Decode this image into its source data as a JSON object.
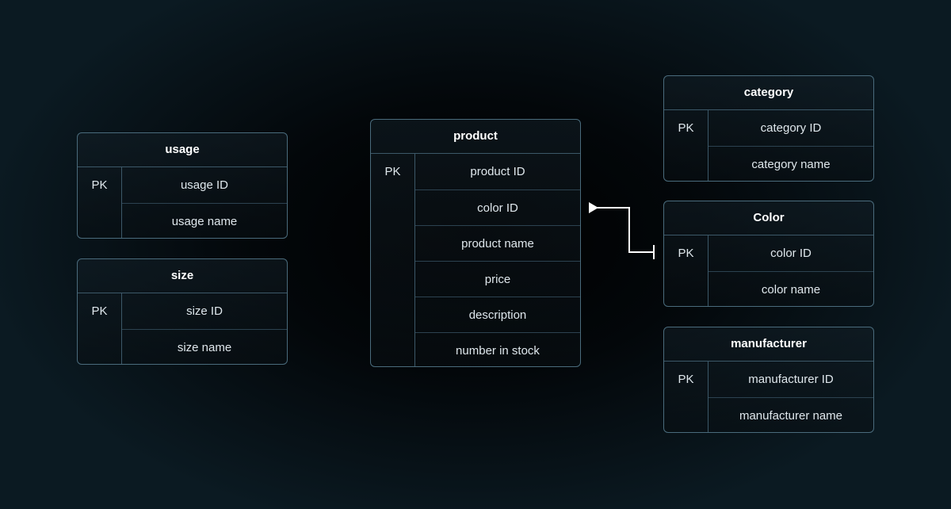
{
  "entities": {
    "usage": {
      "title": "usage",
      "pk": "PK",
      "fields": [
        "usage ID",
        "usage name"
      ]
    },
    "size": {
      "title": "size",
      "pk": "PK",
      "fields": [
        "size ID",
        "size name"
      ]
    },
    "product": {
      "title": "product",
      "pk": "PK",
      "fields": [
        "product ID",
        "color ID",
        "product name",
        "price",
        "description",
        "number in stock"
      ]
    },
    "category": {
      "title": "category",
      "pk": "PK",
      "fields": [
        "category ID",
        "category name"
      ]
    },
    "color": {
      "title": "Color",
      "pk": "PK",
      "fields": [
        "color ID",
        "color name"
      ]
    },
    "manufacturer": {
      "title": "manufacturer",
      "pk": "PK",
      "fields": [
        "manufacturer ID",
        "manufacturer name"
      ]
    }
  },
  "relationships": [
    {
      "from": "product.color ID",
      "to": "Color.color ID"
    }
  ],
  "colors": {
    "border": "#4a6b7c",
    "divider": "#3c5868",
    "connector": "#ffffff",
    "text": "#dfe7ec",
    "background": "#000000"
  }
}
